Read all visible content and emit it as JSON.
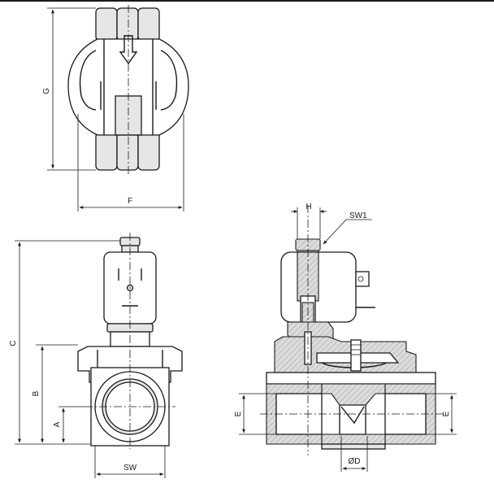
{
  "labels": {
    "G": "G",
    "F": "F",
    "C": "C",
    "B": "B",
    "A": "A",
    "SW": "SW",
    "H": "H",
    "SW1": "SW1",
    "E_left": "E",
    "E_right": "E",
    "D": "ØD"
  }
}
